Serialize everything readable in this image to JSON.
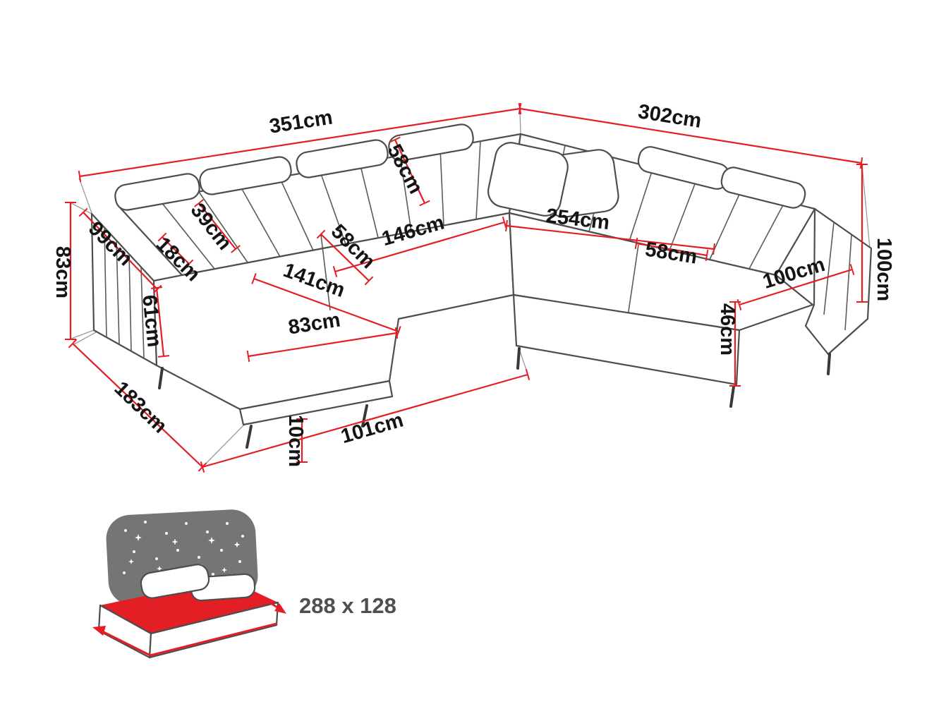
{
  "colors": {
    "dimension_line": "#e31e25",
    "sketch_line": "#4d4d4d",
    "label_text": "#141414",
    "bed_size_text": "#4f4f4f",
    "bed_mattress": "#e31e25",
    "headboard_gray": "#757575"
  },
  "dims": {
    "width_left": "351cm",
    "width_right": "302cm",
    "height_left": "83cm",
    "arm_left_depth": "99cm",
    "arm_left_width": "18cm",
    "back_cushion": "39cm",
    "backrest": "58cm",
    "seat_depth_left": "58cm",
    "seat_front_left": "146cm",
    "seat_front_right": "254cm",
    "seat_depth_right": "58cm",
    "chaise_length": "141cm",
    "chaise_width": "83cm",
    "chaise_side": "61cm",
    "floor_side": "183cm",
    "floor_front": "101cm",
    "leg_height": "10cm",
    "seat_height": "46cm",
    "right_depth": "100cm",
    "height_right": "100cm"
  },
  "bed": {
    "sleeping_size": "288 x 128"
  }
}
